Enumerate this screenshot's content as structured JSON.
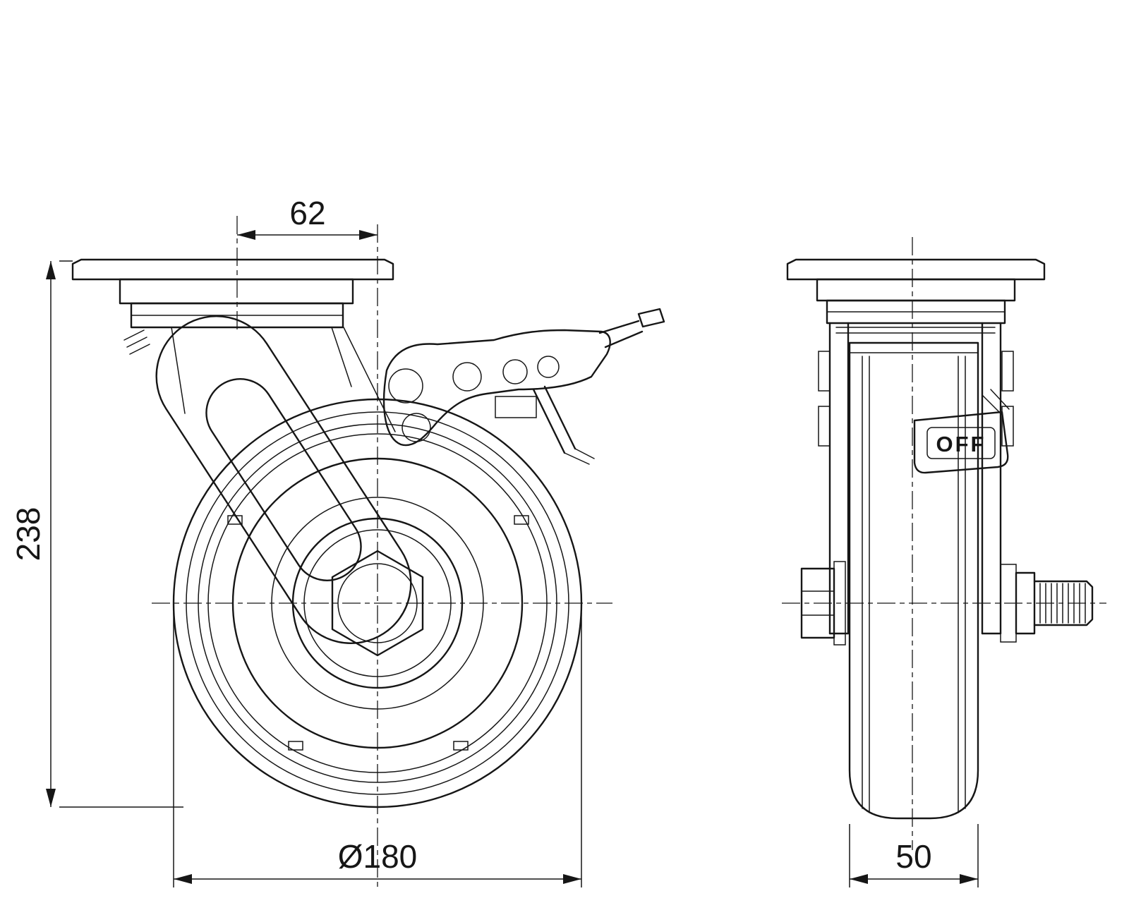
{
  "colors": {
    "line": "#161616",
    "background": "#ffffff"
  },
  "dimensions": {
    "swivel_offset": "62",
    "overall_height": "238",
    "wheel_diameter": "Ø180",
    "wheel_width": "50"
  },
  "labels": {
    "brake_pedal_state": "OFF"
  }
}
